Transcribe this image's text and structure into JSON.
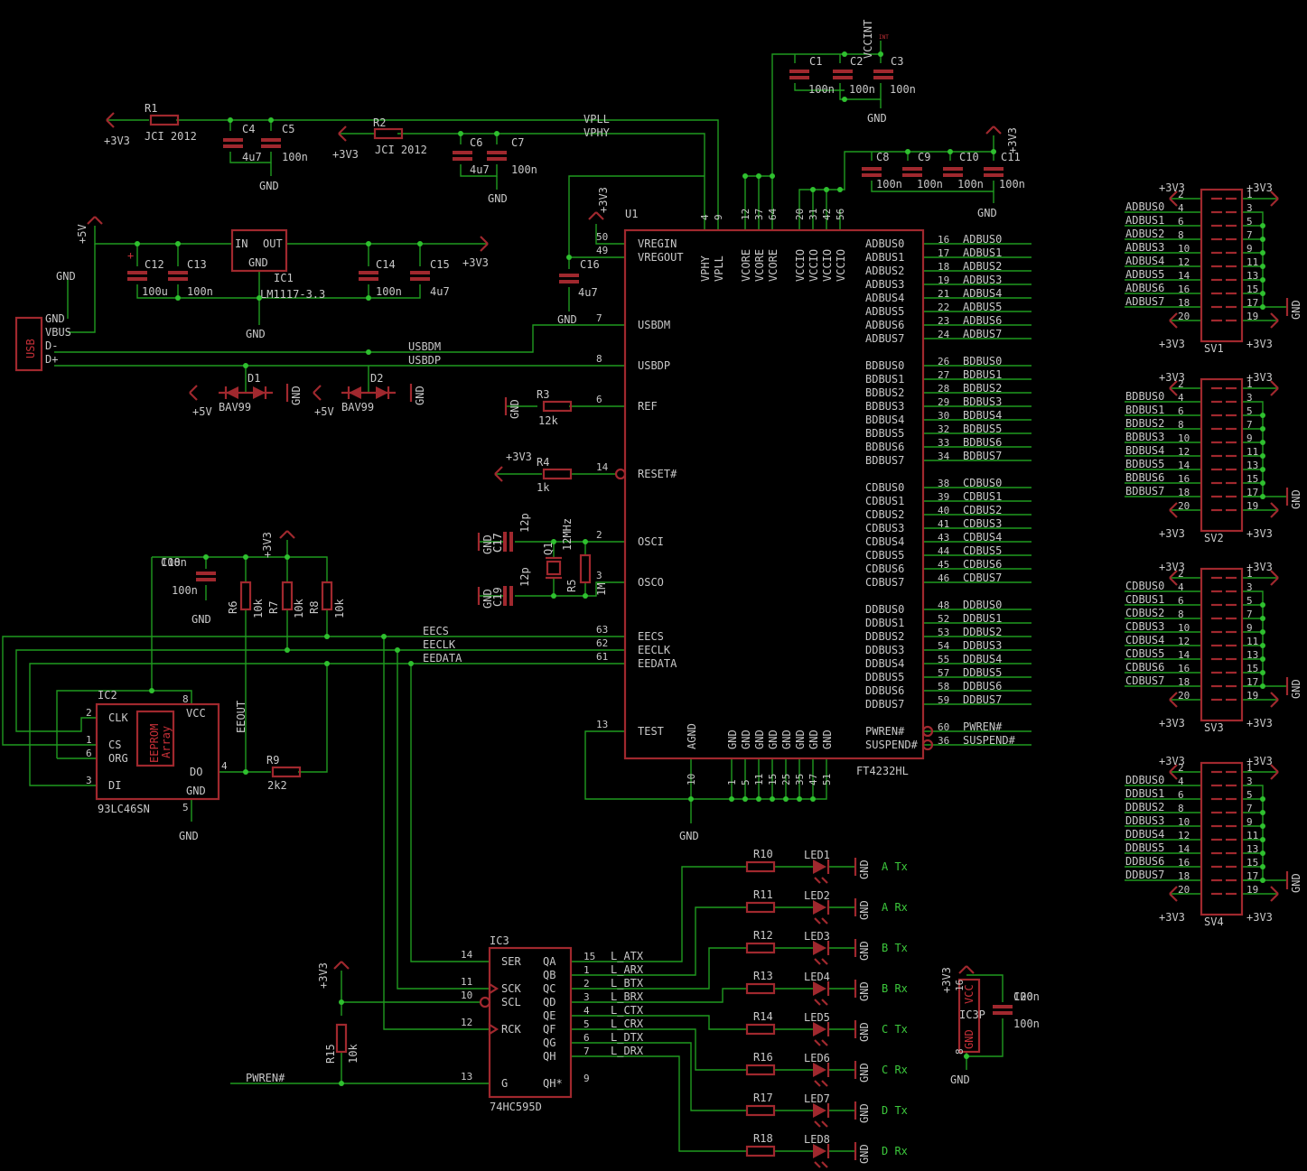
{
  "u1": {
    "name": "U1",
    "value": "FT4232HL",
    "left_pins": [
      {
        "n": "50",
        "l": "VREGIN"
      },
      {
        "n": "49",
        "l": "VREGOUT"
      },
      {
        "n": "7",
        "l": "USBDM"
      },
      {
        "n": "8",
        "l": "USBDP"
      },
      {
        "n": "6",
        "l": "REF"
      },
      {
        "n": "14",
        "l": "RESET#"
      },
      {
        "n": "2",
        "l": "OSCI"
      },
      {
        "n": "3",
        "l": "OSCO"
      },
      {
        "n": "63",
        "l": "EECS"
      },
      {
        "n": "62",
        "l": "EECLK"
      },
      {
        "n": "61",
        "l": "EEDATA"
      },
      {
        "n": "13",
        "l": "TEST"
      }
    ],
    "top_pins": [
      {
        "n": "4",
        "l": "VPHY"
      },
      {
        "n": "9",
        "l": "VPLL"
      },
      {
        "n": "12",
        "l": "VCORE"
      },
      {
        "n": "37",
        "l": "VCORE"
      },
      {
        "n": "64",
        "l": "VCORE"
      },
      {
        "n": "20",
        "l": "VCCIO"
      },
      {
        "n": "31",
        "l": "VCCIO"
      },
      {
        "n": "42",
        "l": "VCCIO"
      },
      {
        "n": "56",
        "l": "VCCIO"
      }
    ],
    "bottom_pins": [
      {
        "n": "10",
        "l": "AGND"
      },
      {
        "n": "1",
        "l": "GND"
      },
      {
        "n": "5",
        "l": "GND"
      },
      {
        "n": "11",
        "l": "GND"
      },
      {
        "n": "15",
        "l": "GND"
      },
      {
        "n": "25",
        "l": "GND"
      },
      {
        "n": "35",
        "l": "GND"
      },
      {
        "n": "47",
        "l": "GND"
      },
      {
        "n": "51",
        "l": "GND"
      }
    ],
    "bus_pins": [
      {
        "n": "16",
        "l": "ADBUS0",
        "net": "ADBUS0"
      },
      {
        "n": "17",
        "l": "ADBUS1",
        "net": "ADBUS1"
      },
      {
        "n": "18",
        "l": "ADBUS2",
        "net": "ADBUS2"
      },
      {
        "n": "19",
        "l": "ADBUS3",
        "net": "ADBUS3"
      },
      {
        "n": "21",
        "l": "ADBUS4",
        "net": "ADBUS4"
      },
      {
        "n": "22",
        "l": "ADBUS5",
        "net": "ADBUS5"
      },
      {
        "n": "23",
        "l": "ADBUS6",
        "net": "ADBUS6"
      },
      {
        "n": "24",
        "l": "ADBUS7",
        "net": "ADBUS7"
      },
      {
        "n": "26",
        "l": "BDBUS0",
        "net": "BDBUS0"
      },
      {
        "n": "27",
        "l": "BDBUS1",
        "net": "BDBUS1"
      },
      {
        "n": "28",
        "l": "BDBUS2",
        "net": "BDBUS2"
      },
      {
        "n": "29",
        "l": "BDBUS3",
        "net": "BDBUS3"
      },
      {
        "n": "30",
        "l": "BDBUS4",
        "net": "BDBUS4"
      },
      {
        "n": "32",
        "l": "BDBUS5",
        "net": "BDBUS5"
      },
      {
        "n": "33",
        "l": "BDBUS6",
        "net": "BDBUS6"
      },
      {
        "n": "34",
        "l": "BDBUS7",
        "net": "BDBUS7"
      },
      {
        "n": "38",
        "l": "CDBUS0",
        "net": "CDBUS0"
      },
      {
        "n": "39",
        "l": "CDBUS1",
        "net": "CDBUS1"
      },
      {
        "n": "40",
        "l": "CDBUS2",
        "net": "CDBUS2"
      },
      {
        "n": "41",
        "l": "CDBUS3",
        "net": "CDBUS3"
      },
      {
        "n": "43",
        "l": "CDBUS4",
        "net": "CDBUS4"
      },
      {
        "n": "44",
        "l": "CDBUS5",
        "net": "CDBUS5"
      },
      {
        "n": "45",
        "l": "CDBUS6",
        "net": "CDBUS6"
      },
      {
        "n": "46",
        "l": "CDBUS7",
        "net": "CDBUS7"
      },
      {
        "n": "48",
        "l": "DDBUS0",
        "net": "DDBUS0"
      },
      {
        "n": "52",
        "l": "DDBUS1",
        "net": "DDBUS1"
      },
      {
        "n": "53",
        "l": "DDBUS2",
        "net": "DDBUS2"
      },
      {
        "n": "54",
        "l": "DDBUS3",
        "net": "DDBUS3"
      },
      {
        "n": "55",
        "l": "DDBUS4",
        "net": "DDBUS4"
      },
      {
        "n": "57",
        "l": "DDBUS5",
        "net": "DDBUS5"
      },
      {
        "n": "58",
        "l": "DDBUS6",
        "net": "DDBUS6"
      },
      {
        "n": "59",
        "l": "DDBUS7",
        "net": "DDBUS7"
      },
      {
        "n": "60",
        "l": "PWREN#",
        "net": "PWREN#"
      },
      {
        "n": "36",
        "l": "SUSPEND#",
        "net": "SUSPEND#"
      }
    ]
  },
  "supplies": {
    "p3v3": "+3V3",
    "p5v": "+5V",
    "gnd": "GND",
    "vccint": "VCCINT"
  },
  "nets": {
    "vpll": "VPLL",
    "vphy": "VPHY",
    "usbdm": "USBDM",
    "usbdp": "USBDP",
    "eecs": "EECS",
    "eeclk": "EECLK",
    "eedata": "EEDATA",
    "eeout": "EEOUT",
    "pwren": "PWREN#"
  },
  "parts": {
    "r1": {
      "name": "R1",
      "value": "JCI 2012"
    },
    "r2": {
      "name": "R2",
      "value": "JCI 2012"
    },
    "r3": {
      "name": "R3",
      "value": "12k"
    },
    "r4": {
      "name": "R4",
      "value": "1k"
    },
    "r5": {
      "name": "R5",
      "value": "1M"
    },
    "r6": {
      "name": "R6",
      "value": "10k"
    },
    "r7": {
      "name": "R7",
      "value": "10k"
    },
    "r8": {
      "name": "R8",
      "value": "10k"
    },
    "r9": {
      "name": "R9",
      "value": "2k2"
    },
    "r15": {
      "name": "R15",
      "value": "10k"
    },
    "c1": {
      "name": "C1",
      "value": "100n"
    },
    "c2": {
      "name": "C2",
      "value": "100n"
    },
    "c3": {
      "name": "C3",
      "value": "100n"
    },
    "c4": {
      "name": "C4",
      "value": "4u7"
    },
    "c5": {
      "name": "C5",
      "value": "100n"
    },
    "c6": {
      "name": "C6",
      "value": "4u7"
    },
    "c7": {
      "name": "C7",
      "value": "100n"
    },
    "c8": {
      "name": "C8",
      "value": "100n"
    },
    "c9": {
      "name": "C9",
      "value": "100n"
    },
    "c10": {
      "name": "C10",
      "value": "100n"
    },
    "c11": {
      "name": "C11",
      "value": "100n"
    },
    "c12": {
      "name": "C12",
      "value": "100u"
    },
    "c13": {
      "name": "C13",
      "value": "100n"
    },
    "c14": {
      "name": "C14",
      "value": "100n"
    },
    "c15": {
      "name": "C15",
      "value": "4u7"
    },
    "c16": {
      "name": "C16",
      "value": "4u7"
    },
    "c17": {
      "name": "C17",
      "value": "12p"
    },
    "c18": {
      "name": "C18",
      "value": "100n"
    },
    "c19": {
      "name": "C19",
      "value": "12p"
    },
    "c20": {
      "name": "C20",
      "value": "100n"
    },
    "q1": {
      "name": "Q1",
      "value": "12MHz"
    },
    "d1": {
      "name": "D1",
      "value": "BAV99"
    },
    "d2": {
      "name": "D2",
      "value": "BAV99"
    },
    "ic1": {
      "name": "IC1",
      "value": "LM1117-3.3",
      "pin_in": "IN",
      "pin_out": "OUT",
      "pin_gnd": "GND"
    },
    "ic2": {
      "name": "IC2",
      "value": "93LC46SN",
      "inner": "EEPROM Array",
      "pins": [
        {
          "n": "2",
          "l": "CLK"
        },
        {
          "n": "1",
          "l": "CS"
        },
        {
          "n": "6",
          "l": "ORG"
        },
        {
          "n": "3",
          "l": "DI"
        },
        {
          "n": "8",
          "l": "VCC"
        },
        {
          "n": "4",
          "l": "DO"
        },
        {
          "n": "5",
          "l": "GND"
        }
      ]
    },
    "ic3": {
      "name": "IC3",
      "value": "74HC595D",
      "left_pins": [
        {
          "n": "14",
          "l": "SER"
        },
        {
          "n": "11",
          "l": "SCK"
        },
        {
          "n": "10",
          "l": "SCL"
        },
        {
          "n": "12",
          "l": "RCK"
        },
        {
          "n": "13",
          "l": "G"
        }
      ],
      "right_pins": [
        {
          "n": "15",
          "l": "QA",
          "net": "L_ATX"
        },
        {
          "n": "1",
          "l": "QB",
          "net": "L_ARX"
        },
        {
          "n": "2",
          "l": "QC",
          "net": "L_BTX"
        },
        {
          "n": "3",
          "l": "QD",
          "net": "L_BRX"
        },
        {
          "n": "4",
          "l": "QE",
          "net": "L_CTX"
        },
        {
          "n": "5",
          "l": "QF",
          "net": "L_CRX"
        },
        {
          "n": "6",
          "l": "QG",
          "net": "L_DTX"
        },
        {
          "n": "7",
          "l": "QH",
          "net": "L_DRX"
        },
        {
          "n": "9",
          "l": "QH*",
          "net": ""
        }
      ]
    },
    "ic3p": {
      "name": "IC3P",
      "vcc": "VCC",
      "gnd": "GND",
      "pin_vcc": "16",
      "pin_gnd": "8"
    },
    "usb": {
      "label": "USB",
      "pins": [
        "GND",
        "VBUS",
        "D-",
        "D+"
      ]
    }
  },
  "leds": [
    {
      "r": "R10",
      "led": "LED1",
      "label": "A Tx"
    },
    {
      "r": "R11",
      "led": "LED2",
      "label": "A Rx"
    },
    {
      "r": "R12",
      "led": "LED3",
      "label": "B Tx"
    },
    {
      "r": "R13",
      "led": "LED4",
      "label": "B Rx"
    },
    {
      "r": "R14",
      "led": "LED5",
      "label": "C Tx"
    },
    {
      "r": "R16",
      "led": "LED6",
      "label": "C Rx"
    },
    {
      "r": "R17",
      "led": "LED7",
      "label": "D Tx"
    },
    {
      "r": "R18",
      "led": "LED8",
      "label": "D Rx"
    }
  ],
  "headers": [
    {
      "name": "SV1",
      "nets": [
        "ADBUS0",
        "ADBUS1",
        "ADBUS2",
        "ADBUS3",
        "ADBUS4",
        "ADBUS5",
        "ADBUS6",
        "ADBUS7"
      ]
    },
    {
      "name": "SV2",
      "nets": [
        "BDBUS0",
        "BDBUS1",
        "BDBUS2",
        "BDBUS3",
        "BDBUS4",
        "BDBUS5",
        "BDBUS6",
        "BDBUS7"
      ]
    },
    {
      "name": "SV3",
      "nets": [
        "CDBUS0",
        "CDBUS1",
        "CDBUS2",
        "CDBUS3",
        "CDBUS4",
        "CDBUS5",
        "CDBUS6",
        "CDBUS7"
      ]
    },
    {
      "name": "SV4",
      "nets": [
        "DDBUS0",
        "DDBUS1",
        "DDBUS2",
        "DDBUS3",
        "DDBUS4",
        "DDBUS5",
        "DDBUS6",
        "DDBUS7"
      ]
    }
  ],
  "header_pins_even": [
    "2",
    "4",
    "6",
    "8",
    "10",
    "12",
    "14",
    "16",
    "18",
    "20"
  ],
  "header_pins_odd": [
    "1",
    "3",
    "5",
    "7",
    "9",
    "11",
    "13",
    "15",
    "17",
    "19"
  ],
  "colors": {
    "background": "#000000",
    "wire": "#1f9a1f",
    "part": "#a0282e",
    "text": "#c8c8c8",
    "junction": "#2fc02f"
  }
}
